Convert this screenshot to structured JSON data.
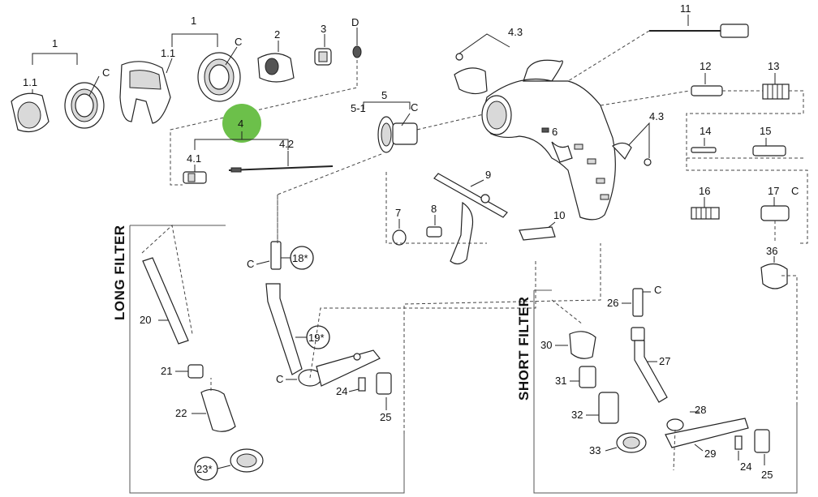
{
  "diagram": {
    "title": "Spray gun exploded parts diagram",
    "highlight_color": "#6cc04a",
    "highlighted_callout": "4",
    "labels": {
      "l1_left": "1",
      "l11_left": "1.1",
      "c_left": "C",
      "l1_mid": "1",
      "l11_mid": "1.1",
      "c_mid": "C",
      "l2": "2",
      "l3": "3",
      "ld": "D",
      "l4": "4",
      "l41": "4.1",
      "l42": "4.2",
      "l5": "5",
      "l51": "5-1",
      "c5": "C",
      "l43_top": "4.3",
      "l43_right": "4.3",
      "l6": "6",
      "l7": "7",
      "l8": "8",
      "l9": "9",
      "l10": "10",
      "l11": "11",
      "l12": "12",
      "l13": "13",
      "l14": "14",
      "l15": "15",
      "l16": "16",
      "l17": "17",
      "c17": "C",
      "l36": "36",
      "l18": "18*",
      "c18": "C",
      "l19": "19*",
      "c19": "C",
      "l20": "20",
      "l21": "21",
      "l22": "22",
      "l23": "23*",
      "l24_long": "24",
      "l25_long": "25",
      "l26": "26",
      "c26": "C",
      "l27": "27",
      "l28": "28",
      "l29": "29",
      "l30": "30",
      "l31": "31",
      "l32": "32",
      "l33": "33",
      "l24_short": "24",
      "l25_short": "25"
    },
    "sections": {
      "long_filter": "LONG FILTER",
      "short_filter": "SHORT  FILTER"
    }
  }
}
